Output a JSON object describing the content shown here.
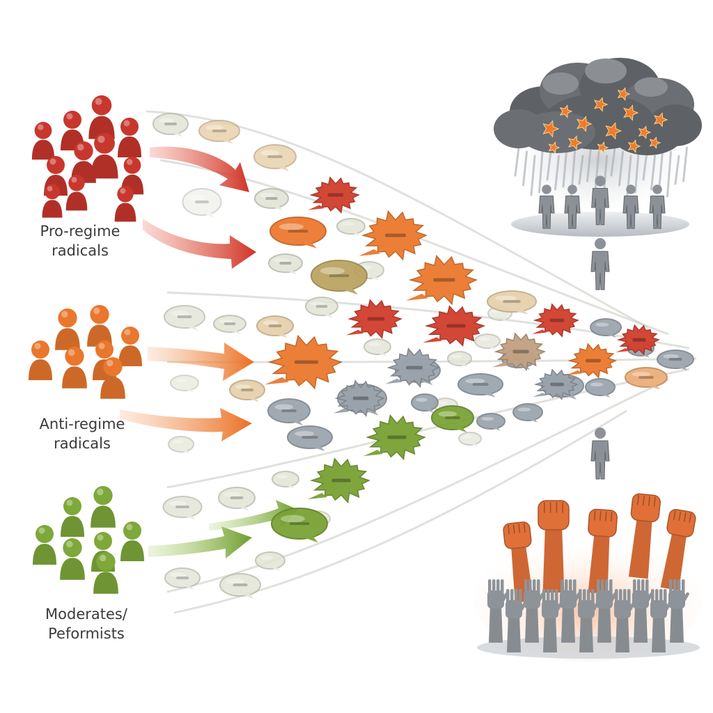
{
  "groups": [
    {
      "id": "pro",
      "line1": "Pro-regime",
      "line2": "radicals",
      "color": "#c8372e"
    },
    {
      "id": "anti",
      "line1": "Anti-regime",
      "line2": "radicals",
      "color": "#e9772e"
    },
    {
      "id": "mod",
      "line1": "Moderates/",
      "line2": "Peformists",
      "color": "#7ea83a"
    }
  ],
  "colors": {
    "red": "#d2402f",
    "orange": "#ec7a30",
    "green": "#7aa336",
    "gray": "#9aa3ac",
    "beige": "#e6cfa8",
    "pale": "#e3e4d6",
    "storm": "#5e6166",
    "figure": "#8c9197",
    "fist": "#e07038"
  },
  "icons": {
    "crowd": "people-cluster-icon",
    "arrow": "flow-arrow-icon",
    "speech": "speech-bubble-icon",
    "burst": "angry-burst-bubble-icon",
    "storm": "storm-cloud-icon",
    "person": "standing-person-icon",
    "fist": "raised-fist-icon",
    "hand": "raised-hand-icon"
  }
}
